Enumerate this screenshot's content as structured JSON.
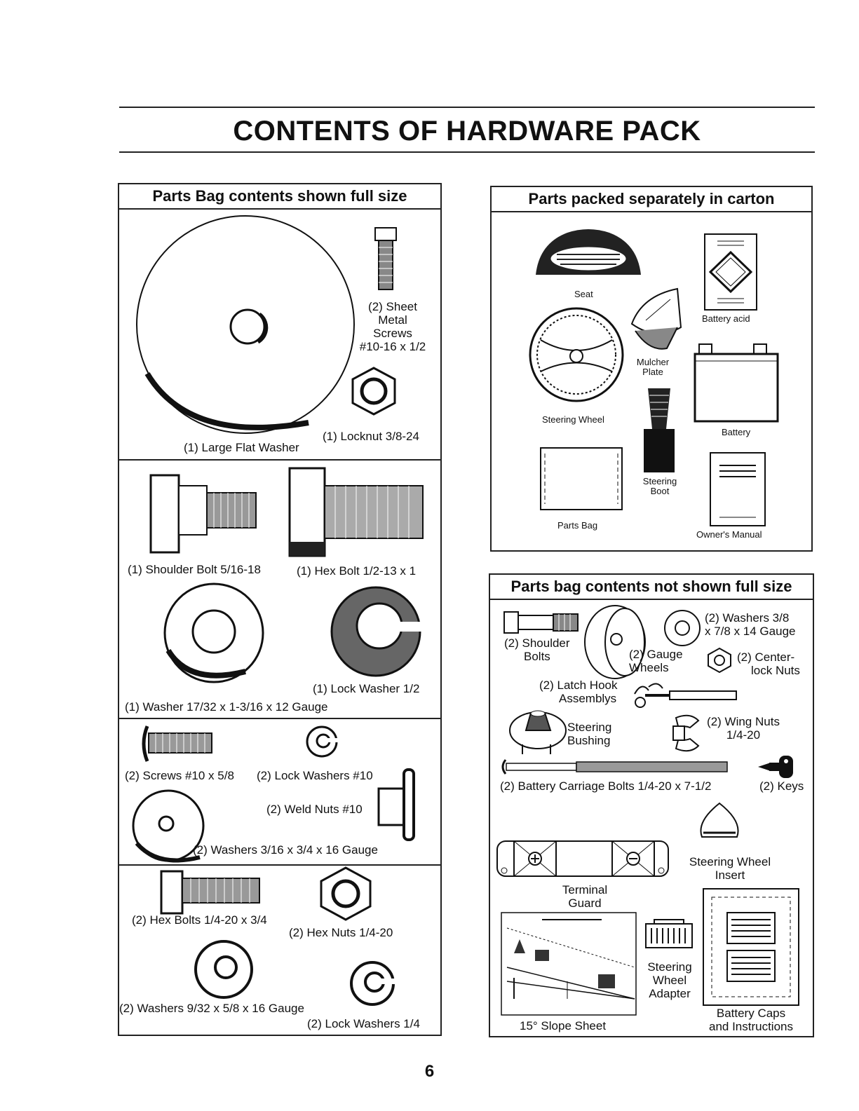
{
  "page": {
    "title": "CONTENTS OF HARDWARE PACK",
    "page_number": "6"
  },
  "left_panel": {
    "header": "Parts Bag contents shown full size",
    "items": {
      "sheet_metal_screws": [
        "(2) Sheet",
        "Metal",
        "Screws",
        "#10-16 x 1/2"
      ],
      "locknut": "(1) Locknut  3/8-24",
      "large_flat_washer": "(1) Large Flat Washer",
      "shoulder_bolt": "(1) Shoulder Bolt  5/16-18",
      "hex_bolt": "(1) Hex Bolt  1/2-13 x 1",
      "lock_washer": "(1) Lock Washer  1/2",
      "washer": "(1) Washer  17/32 x 1-3/16 x 12 Gauge",
      "screws": "(2) Screws  #10 x 5/8",
      "lock_washers_10": "(2) Lock Washers  #10",
      "weld_nuts": "(2) Weld Nuts  #10",
      "washers_3_16": "(2) Washers  3/16 x 3/4 x 16 Gauge",
      "hex_bolts": "(2) Hex Bolts  1/4-20 x 3/4",
      "hex_nuts": "(2) Hex Nuts  1/4-20",
      "washers_9_32": "(2) Washers  9/32  x 5/8 x 16 Gauge",
      "lock_washers_14": "(2) Lock Washers  1/4"
    }
  },
  "carton_panel": {
    "header": "Parts packed separately in carton",
    "items": {
      "seat": "Seat",
      "battery_acid": "Battery acid",
      "mulcher_plate": [
        "Mulcher",
        "Plate"
      ],
      "steering_wheel": "Steering Wheel",
      "battery": "Battery",
      "steering_boot": [
        "Steering",
        "Boot"
      ],
      "parts_bag": "Parts Bag",
      "owners_manual": "Owner's Manual"
    }
  },
  "not_full_panel": {
    "header": "Parts bag contents not shown full size",
    "items": {
      "shoulder_bolts": [
        "(2) Shoulder",
        "Bolts"
      ],
      "washers_3_8": [
        "(2) Washers  3/8",
        "x 7/8 x 14 Gauge"
      ],
      "gauge_wheels": [
        "(2) Gauge",
        "Wheels"
      ],
      "centerlock_nuts": [
        "(2) Center-",
        "lock Nuts"
      ],
      "latch_hook": [
        "(2) Latch Hook",
        "Assemblys"
      ],
      "steering_bushing": [
        "Steering",
        "Bushing"
      ],
      "wing_nuts": [
        "(2) Wing Nuts",
        "1/4-20"
      ],
      "carriage_bolts": "(2) Battery Carriage Bolts 1/4-20 x 7-1/2",
      "keys": "(2) Keys",
      "steering_wheel_insert": [
        "Steering Wheel",
        "Insert"
      ],
      "terminal_guard": [
        "Terminal",
        "Guard"
      ],
      "steering_wheel_adapter": [
        "Steering",
        "Wheel",
        "Adapter"
      ],
      "slope_sheet": "15° Slope Sheet",
      "battery_caps": [
        "Battery Caps",
        "and Instructions"
      ]
    }
  }
}
